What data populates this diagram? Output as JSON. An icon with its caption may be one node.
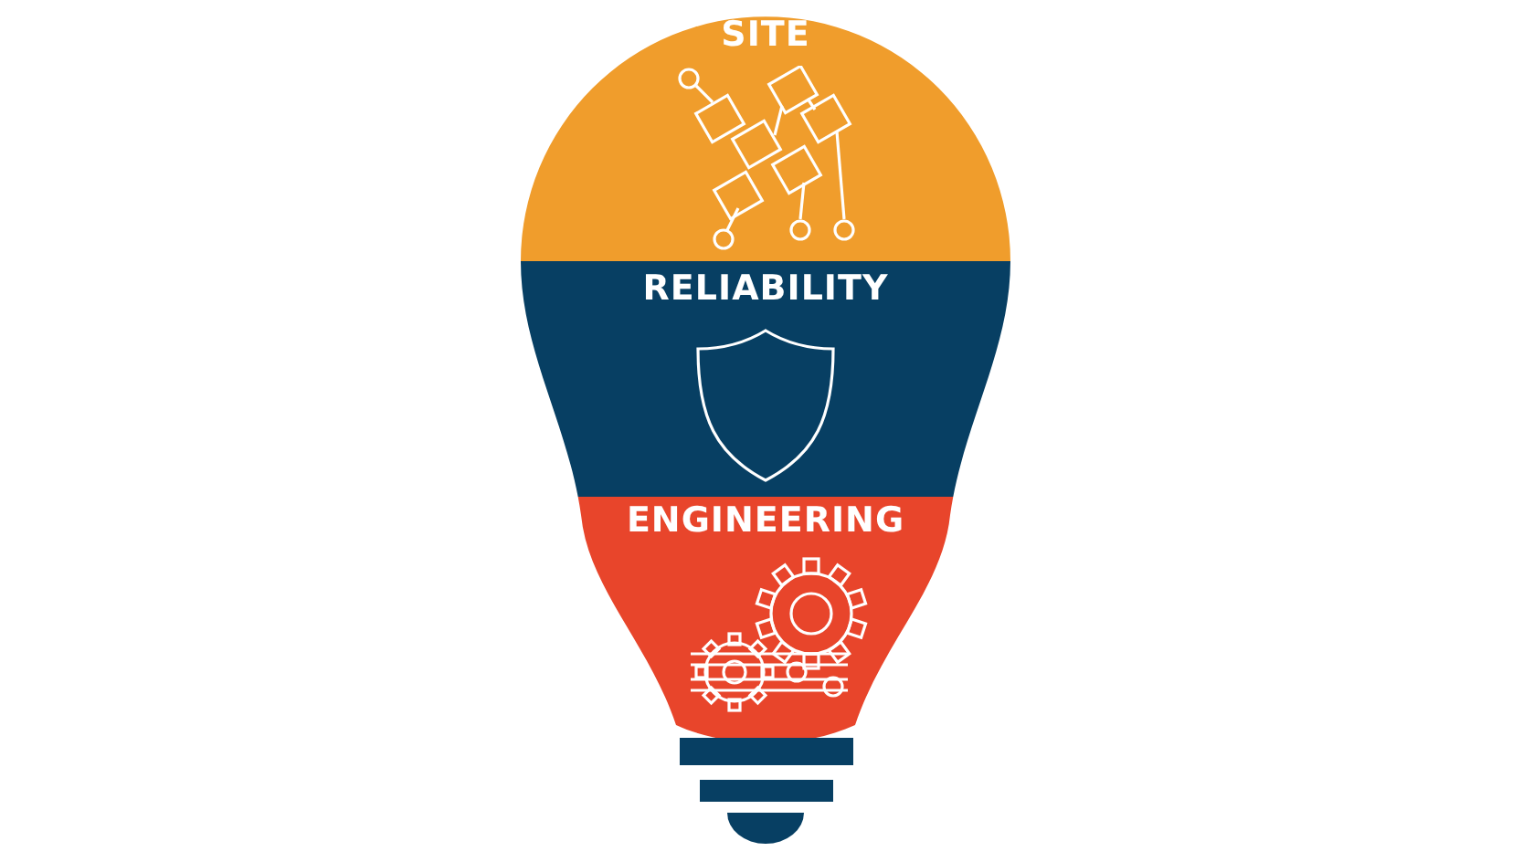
{
  "diagram": {
    "nodes": [
      {
        "text": [
          "SITE"
        ]
      },
      {
        "text": [
          "RELIABILITY"
        ]
      },
      {
        "text": [
          "ENGINEERING"
        ]
      }
    ]
  }
}
